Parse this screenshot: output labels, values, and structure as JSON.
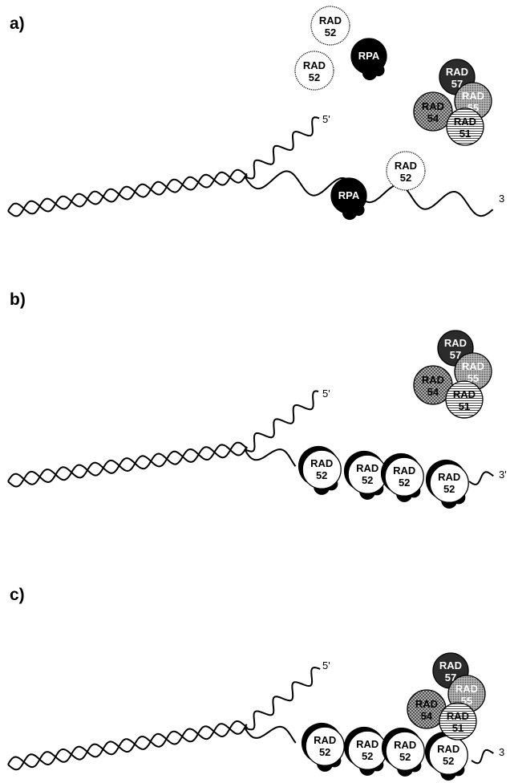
{
  "panels": [
    {
      "label": "a)",
      "strand_5": "5'",
      "strand_3": "3",
      "proteins": [
        {
          "text": [
            "RAD",
            "52"
          ],
          "style": "white"
        },
        {
          "text": [
            "RAD",
            "52"
          ],
          "style": "white"
        },
        {
          "text": [
            "RPA"
          ],
          "style": "black"
        },
        {
          "text": [
            "RAD",
            "57"
          ],
          "style": "dark"
        },
        {
          "text": [
            "RAD",
            "55"
          ],
          "style": "dots"
        },
        {
          "text": [
            "RAD",
            "54"
          ],
          "style": "hatch"
        },
        {
          "text": [
            "RAD",
            "51"
          ],
          "style": "stripes"
        },
        {
          "text": [
            "RAD",
            "52"
          ],
          "style": "white"
        },
        {
          "text": [
            "RPA"
          ],
          "style": "black"
        }
      ]
    },
    {
      "label": "b)",
      "strand_5": "5'",
      "strand_3": "3'",
      "proteins": [
        {
          "text": [
            "RAD",
            "57"
          ],
          "style": "dark"
        },
        {
          "text": [
            "RAD",
            "55"
          ],
          "style": "dots"
        },
        {
          "text": [
            "RAD",
            "54"
          ],
          "style": "hatch"
        },
        {
          "text": [
            "RAD",
            "51"
          ],
          "style": "stripes"
        },
        {
          "text": [
            "RAD",
            "52"
          ],
          "style": "bound"
        },
        {
          "text": [
            "RAD",
            "52"
          ],
          "style": "bound"
        },
        {
          "text": [
            "RAD",
            "52"
          ],
          "style": "bound"
        },
        {
          "text": [
            "RAD",
            "52"
          ],
          "style": "bound"
        }
      ]
    },
    {
      "label": "c)",
      "strand_5": "5'",
      "strand_3": "3",
      "proteins": [
        {
          "text": [
            "RAD",
            "52"
          ],
          "style": "bound"
        },
        {
          "text": [
            "RAD",
            "52"
          ],
          "style": "bound"
        },
        {
          "text": [
            "RAD",
            "52"
          ],
          "style": "bound"
        },
        {
          "text": [
            "RAD",
            "52"
          ],
          "style": "bound"
        },
        {
          "text": [
            "RAD",
            "57"
          ],
          "style": "dark"
        },
        {
          "text": [
            "RAD",
            "55"
          ],
          "style": "dots"
        },
        {
          "text": [
            "RAD",
            "54"
          ],
          "style": "hatch"
        },
        {
          "text": [
            "RAD",
            "51"
          ],
          "style": "stripes"
        }
      ]
    }
  ],
  "colors": {
    "line": "#000000",
    "white_fill": "#ffffff",
    "black_fill": "#000000",
    "dark_fill": "#2b2b2b",
    "dots_fill": "#8c8c8c",
    "hatch_fill": "#9a9a9a"
  }
}
